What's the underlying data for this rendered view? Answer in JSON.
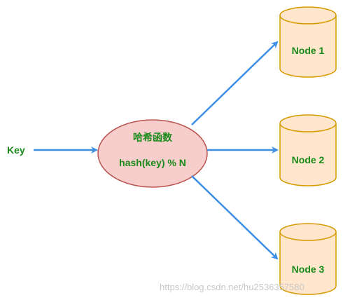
{
  "input": {
    "label": "Key"
  },
  "hash": {
    "line1": "哈希函数",
    "line2": "hash(key) % N"
  },
  "nodes": [
    {
      "label": "Node 1"
    },
    {
      "label": "Node 2"
    },
    {
      "label": "Node 3"
    }
  ],
  "watermark": "https://blog.csdn.net/hu2536357580",
  "colors": {
    "arrow": "#3d8fe6",
    "hash_fill": "#f8cecc",
    "hash_stroke": "#b85450",
    "node_fill": "#ffe6cc",
    "node_stroke": "#d79b00",
    "text": "#1a8a1a"
  }
}
